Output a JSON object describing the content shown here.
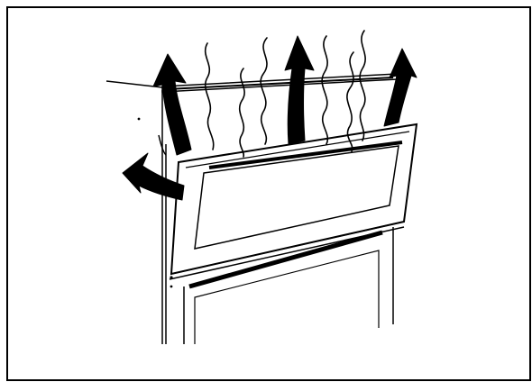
{
  "figure": {
    "subject": "appliance-door-heat-venting",
    "colors": {
      "ink": "#000000",
      "paper": "#ffffff"
    },
    "elements": {
      "border": "frame",
      "appliance": "cabinet",
      "door": "open-door",
      "heat": "heat-wave",
      "airflow": "airflow-arrow"
    }
  }
}
